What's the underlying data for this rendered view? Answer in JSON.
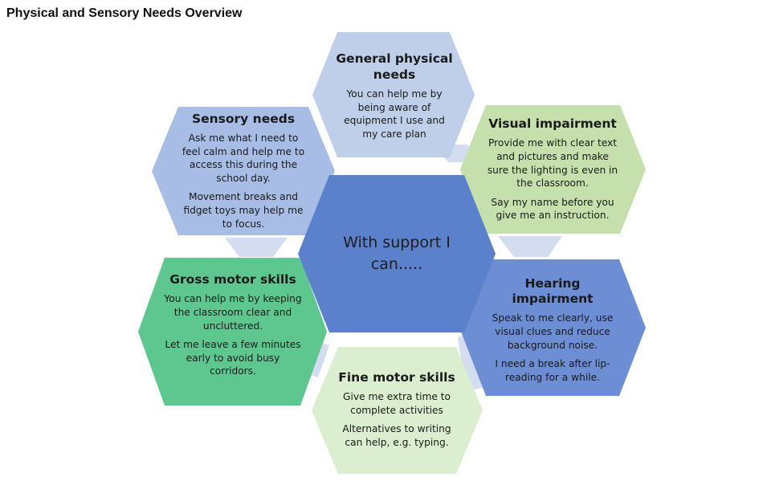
{
  "page": {
    "title": "Physical and Sensory Needs Overview"
  },
  "center": {
    "text": "With support I can....."
  },
  "hexagons": {
    "general_physical": {
      "title": "General physical needs",
      "body": [
        "You can help me by being aware of equipment I use and my care plan"
      ],
      "color": "#bfcfea"
    },
    "sensory": {
      "title": "Sensory needs",
      "body": [
        "Ask me what I need to feel calm and help me to access this during the school day.",
        "Movement breaks and fidget toys may help me to focus."
      ],
      "color": "#a7bde6"
    },
    "visual": {
      "title": "Visual impairment",
      "body": [
        "Provide me with clear text and pictures and make sure the lighting is even in the classroom.",
        "Say my name before you give me an instruction."
      ],
      "color": "#c5e0ad"
    },
    "gross_motor": {
      "title": "Gross motor skills",
      "body": [
        "You can help me by keeping the classroom clear and uncluttered.",
        "Let me leave a few minutes early to avoid busy corridors."
      ],
      "color": "#5ec790"
    },
    "hearing": {
      "title": "Hearing impairment",
      "body": [
        "Speak to me clearly, use visual clues and reduce background noise.",
        "I need a break after lip-reading for a while."
      ],
      "color": "#6d8ed5"
    },
    "fine_motor": {
      "title": "Fine motor skills",
      "body": [
        "Give me extra time to complete activities",
        "Alternatives to writing can help, e.g. typing."
      ],
      "color": "#dbeecf"
    }
  },
  "colors": {
    "center": "#5b80cc",
    "connector": "#d3ddef"
  }
}
